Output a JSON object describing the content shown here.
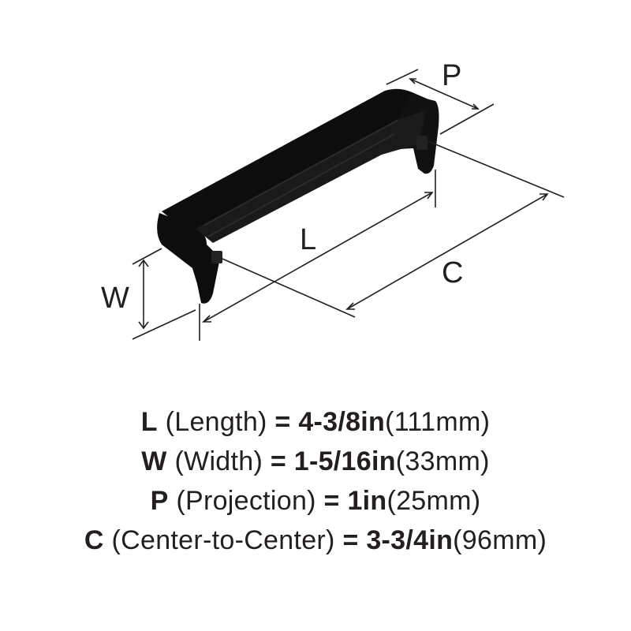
{
  "diagram": {
    "labels": {
      "p": "P",
      "l": "L",
      "c": "C",
      "w": "W"
    }
  },
  "specs": [
    {
      "letter": "L",
      "name": "(Length)",
      "eq": "=",
      "imperial": "4-3/8in",
      "metric": "(111mm)"
    },
    {
      "letter": "W",
      "name": "(Width)",
      "eq": "=",
      "imperial": "1-5/16in",
      "metric": "(33mm)"
    },
    {
      "letter": "P",
      "name": "(Projection)",
      "eq": "=",
      "imperial": "1in",
      "metric": "(25mm)"
    },
    {
      "letter": "C",
      "name": "(Center-to-Center)",
      "eq": "=",
      "imperial": "3-3/4in",
      "metric": "(96mm)"
    }
  ],
  "colors": {
    "handle": "#0d0d0d",
    "line": "#231f20",
    "background": "#ffffff"
  }
}
